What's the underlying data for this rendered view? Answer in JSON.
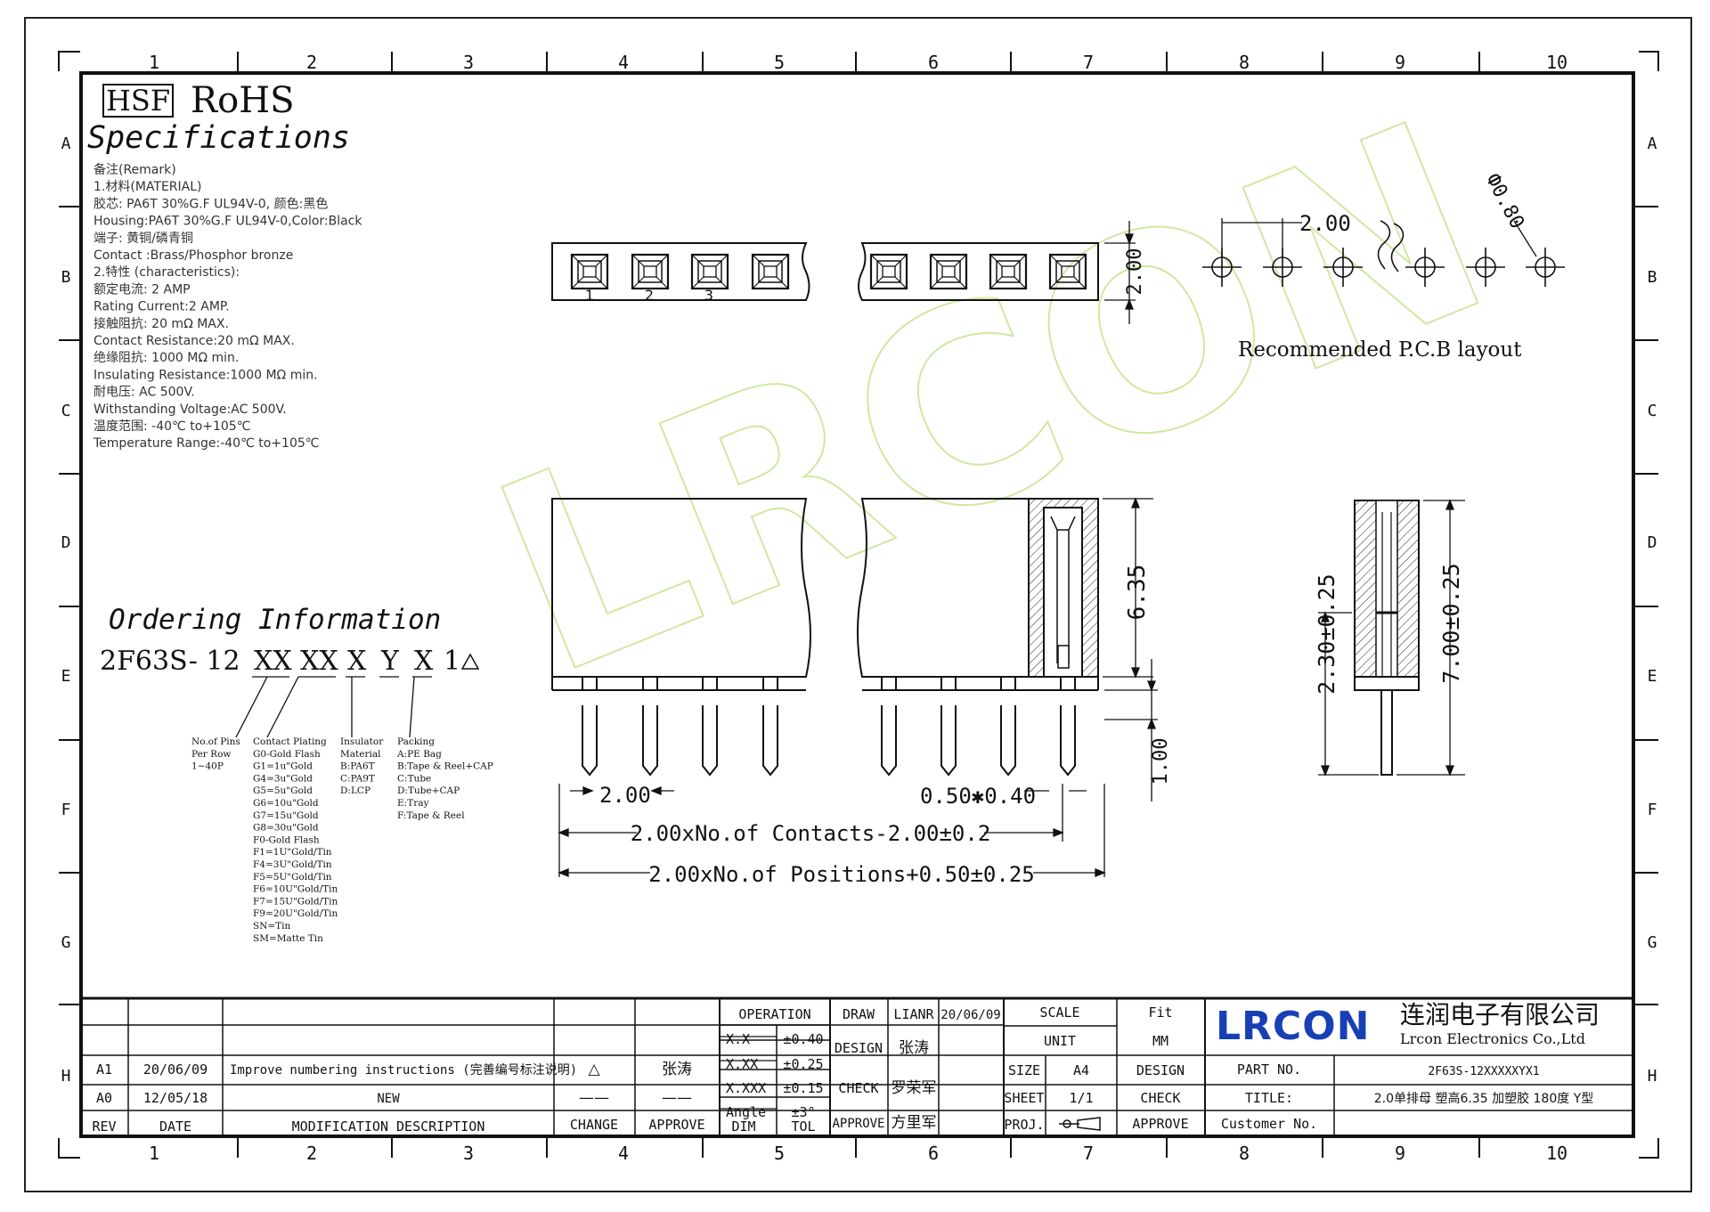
{
  "grid": {
    "columns": [
      "1",
      "2",
      "3",
      "4",
      "5",
      "6",
      "7",
      "8",
      "9",
      "10"
    ],
    "rows": [
      "A",
      "B",
      "C",
      "D",
      "E",
      "F",
      "G",
      "H"
    ]
  },
  "header": {
    "hsf": "HSF",
    "rohs": "RoHS",
    "specifications": "Specifications"
  },
  "remarks": [
    "备注(Remark)",
    "1.材料(MATERIAL)",
    "胶芯: PA6T 30%G.F UL94V-0, 颜色:黑色",
    "Housing:PA6T 30%G.F UL94V-0,Color:Black",
    "端子: 黄铜/磷青铜",
    "Contact :Brass/Phosphor bronze",
    "2.特性 (characteristics):",
    "额定电流: 2 AMP",
    "Rating Current:2 AMP.",
    "接触阻抗: 20 mΩ MAX.",
    "Contact Resistance:20 mΩ MAX.",
    "绝缘阻抗: 1000 MΩ min.",
    "Insulating Resistance:1000 MΩ  min.",
    "耐电压: AC 500V.",
    "Withstanding Voltage:AC 500V.",
    "温度范围: -40℃ to+105℃",
    "Temperature Range:-40℃ to+105℃"
  ],
  "ordering": {
    "title": "Ordering Information",
    "code_prefix": "2F63S- 12",
    "code_parts": [
      "XX",
      "XX",
      "X",
      "Y",
      "X",
      "1"
    ],
    "pins": [
      "No.of Pins",
      "Per Row",
      "1~40P"
    ],
    "plating": [
      "Contact Plating",
      "G0-Gold Flash",
      "G1=1u\"Gold",
      "G4=3u\"Gold",
      "G5=5u\"Gold",
      "G6=10u\"Gold",
      "G7=15u\"Gold",
      "G8=30u\"Gold",
      "F0-Gold Flash",
      "F1=1U\"Gold/Tin",
      "F4=3U\"Gold/Tin",
      "F5=5U\"Gold/Tin",
      "F6=10U\"Gold/Tin",
      "F7=15U\"Gold/Tin",
      "F9=20U\"Gold/Tin",
      "SN=Tin",
      "SM=Matte Tin"
    ],
    "insulator": [
      "Insulator",
      "Material",
      "B:PA6T",
      "C:PA9T",
      "D:LCP"
    ],
    "packing": [
      "Packing",
      "A:PE Bag",
      "B:Tape & Reel+CAP",
      "C:Tube",
      "D:Tube+CAP",
      "E:Tray",
      "F:Tape & Reel"
    ]
  },
  "top_view": {
    "pin_numbers": [
      "1",
      "2",
      "3"
    ],
    "pitch_dim": "2.00"
  },
  "pcb": {
    "pitch": "2.00",
    "hole": "Ф0.80",
    "caption": "Recommended P.C.B layout"
  },
  "front_view": {
    "dim_pitch": "2.00",
    "dim_pin": "0.50✱0.40",
    "dim_contacts": "2.00xNo.of  Contacts-2.00±0.2",
    "dim_positions": "2.00xNo.of  Positions+0.50±0.25",
    "dim_height": "6.35",
    "dim_stand": "1.00"
  },
  "side_view": {
    "dim_total": "7.00±0.25",
    "dim_tail": "2.30±0.25"
  },
  "watermark": "LRCON",
  "title_block": {
    "operation": "OPERATION",
    "draw": "DRAW",
    "draw_name": "LIANR",
    "draw_date": "20/06/09",
    "scale": "SCALE",
    "scale_value": "Fit",
    "unit": "UNIT",
    "unit_value": "MM",
    "design": "DESIGN",
    "design_name": "张涛",
    "check": "CHECK",
    "check_name": "罗荣军",
    "approve": "APPROVE",
    "approve_name": "方里军",
    "size": "SIZE",
    "size_value": "A4",
    "sheet": "SHEET",
    "sheet_value": "1/1",
    "proj": "PROJ.",
    "design2": "DESIGN",
    "check2": "CHECK",
    "approve2": "APPROVE",
    "part_no": "PART NO.",
    "part_no_value": "2F63S-12XXXXXYX1",
    "title": "TITLE:",
    "title_value": "2.0单排母 塑高6.35 加塑胶 180度 Y型",
    "customer_no": "Customer No.",
    "tol": [
      [
        "X.X",
        "±0.40"
      ],
      [
        "X.XX",
        "±0.25"
      ],
      [
        "X.XXX",
        "±0.15"
      ],
      [
        "Angle",
        "±3°"
      ]
    ],
    "dim": "DIM",
    "tol_label": "TOL",
    "company_logo": "LRCON",
    "company_cn": "连润电子有限公司",
    "company_en": "Lrcon Electronics Co.,Ltd",
    "rev_header": {
      "rev": "REV",
      "date": "DATE",
      "desc": "MODIFICATION DESCRIPTION",
      "change": "CHANGE",
      "approve": "APPROVE"
    },
    "revisions": [
      {
        "rev": "A1",
        "date": "20/06/09",
        "desc": "Improve numbering instructions (完善编号标注说明)",
        "change": "△",
        "approve": "张涛"
      },
      {
        "rev": "A0",
        "date": "12/05/18",
        "desc": "NEW",
        "change": "——",
        "approve": "——"
      }
    ]
  }
}
